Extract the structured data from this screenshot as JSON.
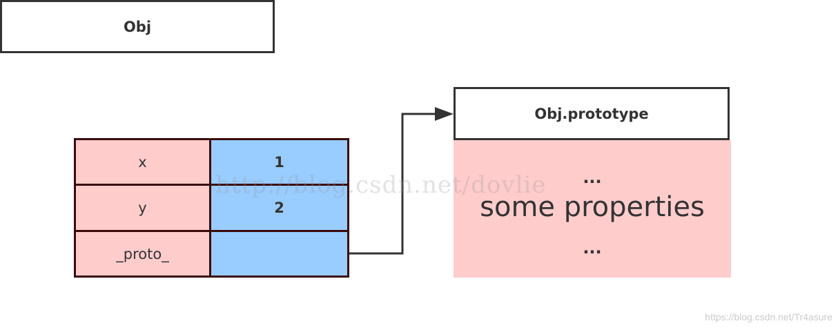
{
  "obj": {
    "title": "Obj",
    "rows": [
      {
        "key": "x",
        "value": "1"
      },
      {
        "key": "y",
        "value": "2"
      },
      {
        "key": "_proto_",
        "value": ""
      }
    ]
  },
  "prototype": {
    "title": "Obj.prototype",
    "ellipsis_top": "...",
    "body_text": "some properties",
    "ellipsis_bottom": "..."
  },
  "watermarks": {
    "center": "http://blog.csdn.net/dovlie",
    "corner": "https://blog.csdn.net/Tr4asure"
  },
  "colors": {
    "key_fill": "#ffcccc",
    "value_fill": "#99ccff",
    "border": "#333333"
  }
}
